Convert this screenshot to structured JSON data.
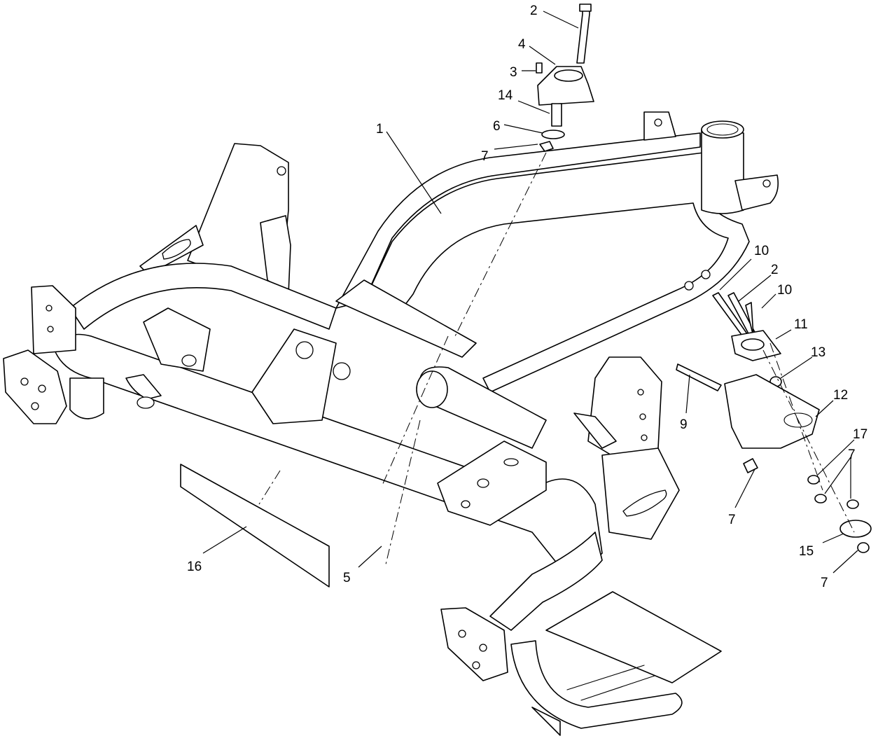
{
  "diagram": {
    "callouts": [
      {
        "id": "c1",
        "label": "1"
      },
      {
        "id": "c2a",
        "label": "2"
      },
      {
        "id": "c2b",
        "label": "2"
      },
      {
        "id": "c3",
        "label": "3"
      },
      {
        "id": "c4",
        "label": "4"
      },
      {
        "id": "c5",
        "label": "5"
      },
      {
        "id": "c6",
        "label": "6"
      },
      {
        "id": "c7a",
        "label": "7"
      },
      {
        "id": "c7b",
        "label": "7"
      },
      {
        "id": "c7c",
        "label": "7"
      },
      {
        "id": "c7d",
        "label": "7"
      },
      {
        "id": "c9",
        "label": "9"
      },
      {
        "id": "c10a",
        "label": "10"
      },
      {
        "id": "c10b",
        "label": "10"
      },
      {
        "id": "c11",
        "label": "11"
      },
      {
        "id": "c12",
        "label": "12"
      },
      {
        "id": "c13",
        "label": "13"
      },
      {
        "id": "c14",
        "label": "14"
      },
      {
        "id": "c15",
        "label": "15"
      },
      {
        "id": "c16",
        "label": "16"
      },
      {
        "id": "c17",
        "label": "17"
      }
    ]
  }
}
